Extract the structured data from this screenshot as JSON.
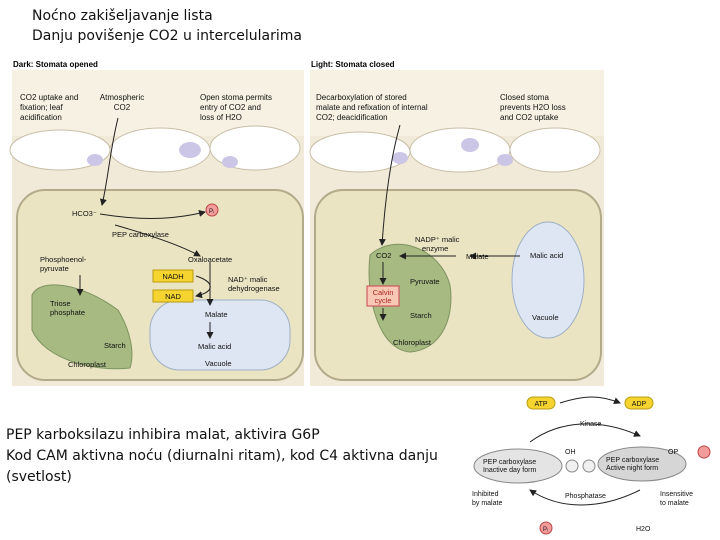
{
  "title": {
    "line1": "Noćno zakišeljavanje lista",
    "line2": "Danju povišenje CO2 u intercelularima"
  },
  "left_panel": {
    "header": "Dark: Stomata opened",
    "label_uptake": [
      "CO2 uptake and",
      "fixation; leaf",
      "acidification"
    ],
    "label_atmospheric": [
      "Atmospheric",
      "CO2"
    ],
    "label_open_stoma": [
      "Open stoma permits",
      "entry of CO2 and",
      "loss of H2O"
    ],
    "hco3": "HCO3⁻",
    "pi": "Pᵢ",
    "pep_carboxylase": "PEP carboxylase",
    "pep": [
      "Phosphoenol-",
      "pyruvate"
    ],
    "oxaloacetate": "Oxaloacetate",
    "nadh": "NADH",
    "nad": "NAD",
    "nad_malic_dh": [
      "NAD⁺ malic",
      "dehydrogenase"
    ],
    "triose_phosphate": [
      "Triose",
      "phosphate"
    ],
    "malate": "Malate",
    "starch": "Starch",
    "malic_acid": "Malic acid",
    "chloroplast": "Chloroplast",
    "vacuole": "Vacuole"
  },
  "right_panel": {
    "header": "Light: Stomata closed",
    "label_decarboxylation": [
      "Decarboxylation of stored",
      "malate and refixation of internal",
      "CO2; deacidification"
    ],
    "label_closed_stoma": [
      "Closed stoma",
      "prevents H2O loss",
      "and CO2 uptake"
    ],
    "nadp_malic": [
      "NADP⁺ malic",
      "enzyme"
    ],
    "co2": "CO2",
    "malate": "Malate",
    "malic_acid": "Malic acid",
    "pyruvate": "Pyruvate",
    "calvin_cycle": [
      "Calvin",
      "cycle"
    ],
    "starch": "Starch",
    "vacuole": "Vacuole",
    "chloroplast": "Chloroplast"
  },
  "regulation": {
    "atp": "ATP",
    "adp": "ADP",
    "kinase": "Kinase",
    "oh": "OH",
    "op": "OP",
    "pep_inactive": [
      "PEP carboxylase",
      "Inactive day form"
    ],
    "pep_active": [
      "PEP carboxylase",
      "Active night form"
    ],
    "inhibited": [
      "Inhibited",
      "by malate"
    ],
    "phosphatase": "Phosphatase",
    "insensitive": [
      "Insensitive",
      "to malate"
    ],
    "pi": "Pᵢ",
    "h2o": "H2O"
  },
  "notes": {
    "line1": "PEP karboksilazu inhibira malat, aktivira G6P",
    "line2": "Kod CAM aktivna noću (diurnalni ritam), kod C4 aktivna danju (svetlost)"
  }
}
